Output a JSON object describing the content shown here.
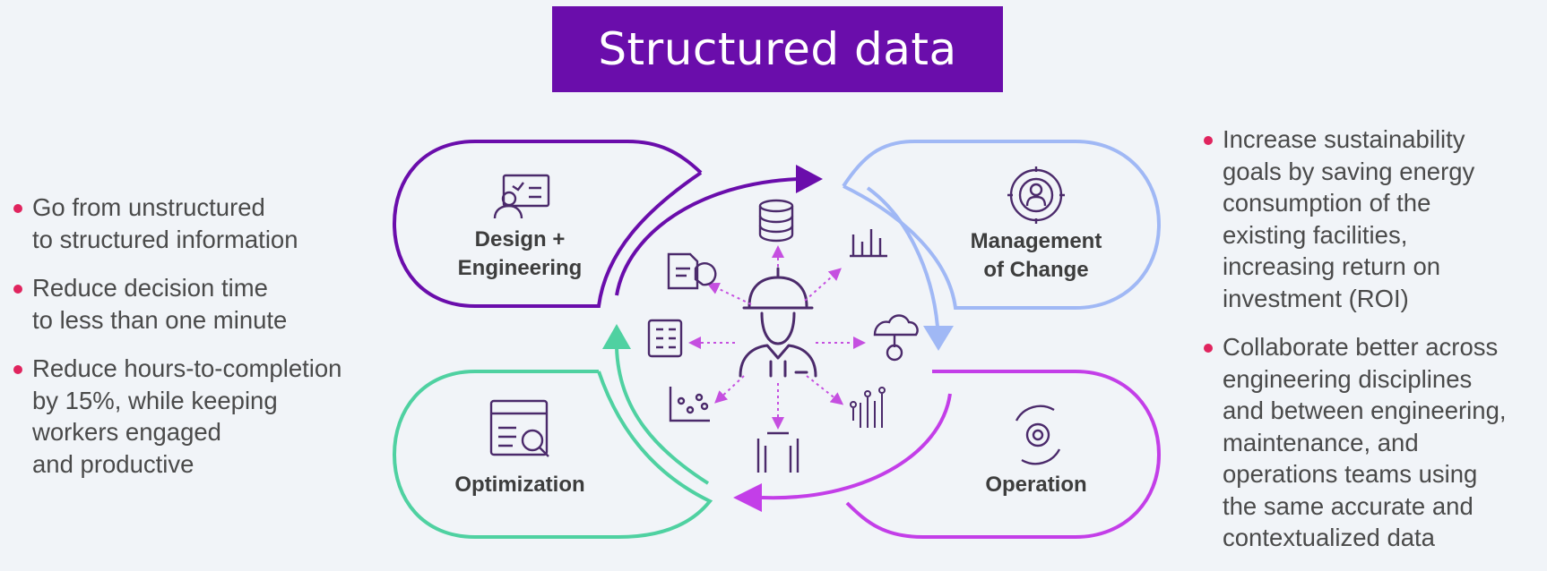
{
  "title": "Structured data",
  "left_bullets": [
    {
      "lines": [
        "Go from unstructured",
        "to structured information"
      ]
    },
    {
      "lines": [
        "Reduce decision time",
        "to less than one minute"
      ]
    },
    {
      "lines": [
        "Reduce hours-to-completion",
        "by 15%, while keeping",
        "workers engaged",
        "and productive"
      ]
    }
  ],
  "right_bullets": [
    {
      "lines": [
        "Increase sustainability",
        "goals by saving energy",
        "consumption of the",
        "existing facilities,",
        "increasing return on",
        "investment (ROI)"
      ]
    },
    {
      "lines": [
        "Collaborate better across",
        "engineering disciplines",
        "and between engineering,",
        "maintenance, and",
        "operations teams using",
        "the same accurate and",
        "contextualized data"
      ]
    }
  ],
  "stages": {
    "design": {
      "lines": [
        "Design +",
        "Engineering"
      ],
      "color": "#6a0dab",
      "icon": "presenter-screen-icon"
    },
    "management": {
      "lines": [
        "Management",
        "of Change"
      ],
      "color": "#a0b8f5",
      "icon": "person-gear-icon"
    },
    "operation": {
      "lines": [
        "Operation"
      ],
      "color": "#c33ee8",
      "icon": "gear-cycle-icon"
    },
    "optimization": {
      "lines": [
        "Optimization"
      ],
      "color": "#4fd1a1",
      "icon": "browser-analytics-icon"
    }
  },
  "center": {
    "icon": "worker-hardhat-icon",
    "satellite_icons": [
      "database-icon",
      "bar-chart-icon",
      "cloud-network-icon",
      "circuit-icon",
      "pipe-icon",
      "scatter-plot-icon",
      "checklist-icon",
      "document-chart-icon"
    ]
  },
  "colors": {
    "accent_purple": "#6a0dab",
    "bullet_dot": "#e0245e",
    "icon_stroke": "#4b2a6b",
    "dotted_arrows": "#c54fe0"
  }
}
